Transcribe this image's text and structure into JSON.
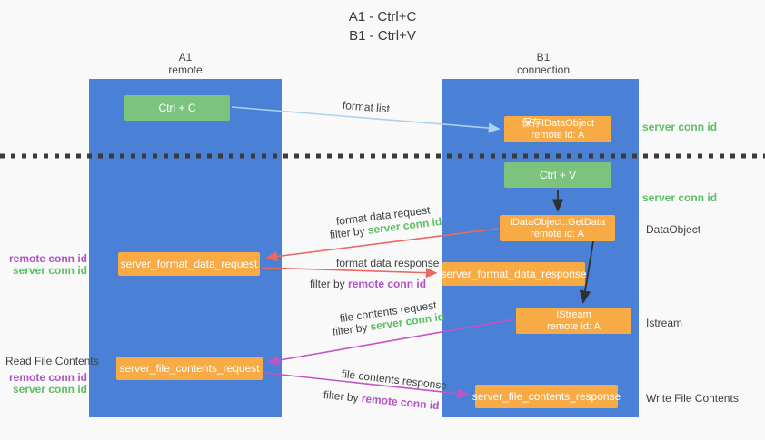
{
  "title": {
    "line1": "A1 - Ctrl+C",
    "line2": "B1 - Ctrl+V"
  },
  "columns": {
    "left": {
      "name": "A1",
      "subtitle": "remote"
    },
    "right": {
      "name": "B1",
      "subtitle": "connection"
    }
  },
  "nodes": {
    "ctrl_c": "Ctrl + C",
    "ctrl_v": "Ctrl + V",
    "save_dataobject_line1": "保存IDataObject",
    "save_dataobject_line2": "remote id: A",
    "getdata_line1": "IDataObject::GetData",
    "getdata_line2": "remote id: A",
    "istream_line1": "IStream",
    "istream_line2": "remote id: A",
    "server_format_data_request": "server_format_data_request",
    "server_format_data_response": "server_format_data_response",
    "server_file_contents_request": "server_file_contents_request",
    "server_file_contents_response": "server_file_contents_response"
  },
  "arrows": {
    "format_list": {
      "label": "format list"
    },
    "format_data_request": {
      "label": "format data request",
      "filter_prefix": "filter by",
      "filter_key": "server conn id"
    },
    "format_data_response": {
      "label": "format data response",
      "filter_prefix": "filter by",
      "filter_key": "remote conn id"
    },
    "file_contents_request": {
      "label": "file contents request",
      "filter_prefix": "filter by",
      "filter_key": "server conn id"
    },
    "file_contents_response": {
      "label": "file contents response",
      "filter_prefix": "filter by",
      "filter_key": "remote conn id"
    }
  },
  "annotations": {
    "server_conn_id_top": "server conn id",
    "server_conn_id_mid": "server conn id",
    "dataobject": "DataObject",
    "istream": "Istream",
    "write_file_contents": "Write File Contents",
    "read_file_contents": "Read File Contents",
    "left_pair1": {
      "remote": "remote conn id",
      "server": "server conn id"
    },
    "left_pair2": {
      "remote": "remote conn id",
      "server": "server conn id"
    }
  },
  "colors": {
    "column_blue": "#4a81d6",
    "node_green": "#7cc47e",
    "node_orange": "#f8ab45",
    "server_conn_green": "#5bbf63",
    "remote_conn_purple": "#b054c4",
    "arrow_red": "#e96a5f",
    "arrow_magenta": "#c453c4",
    "arrow_lightblue": "#a9d3f0",
    "arrow_black": "#2f2f2f",
    "background": "#f9f9fa",
    "text_dark": "#3f3f3f"
  }
}
